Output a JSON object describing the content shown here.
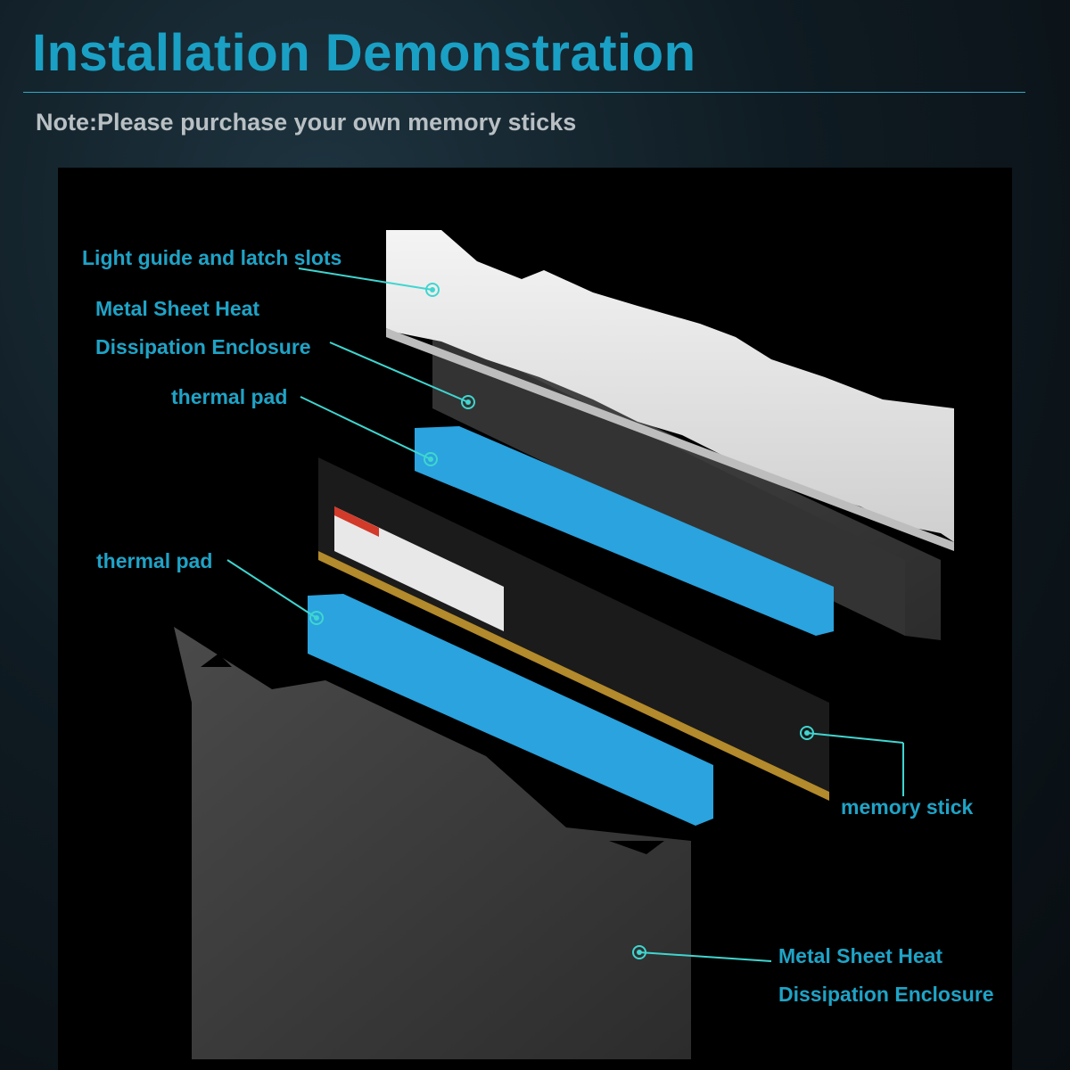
{
  "header": {
    "title": "Installation Demonstration",
    "note": "Note:Please purchase your own memory sticks"
  },
  "labels": {
    "light_guide": "Light guide and latch slots",
    "metal_sheet_top_line1": "Metal Sheet Heat",
    "metal_sheet_top_line2": "Dissipation Enclosure",
    "thermal_pad_top": "thermal pad",
    "thermal_pad_bottom": "thermal pad",
    "memory_stick": "memory stick",
    "metal_sheet_bottom_line1": "Metal Sheet Heat",
    "metal_sheet_bottom_line2": "Dissipation Enclosure"
  },
  "colors": {
    "accent": "#1aa0c4",
    "thermal_pad": "#2aa3de",
    "leader_line": "#3fd6d0",
    "metal_sheet": "#3a3a3a",
    "light_guide": "#e6e6e6",
    "pcb": "#1b1b1b"
  }
}
